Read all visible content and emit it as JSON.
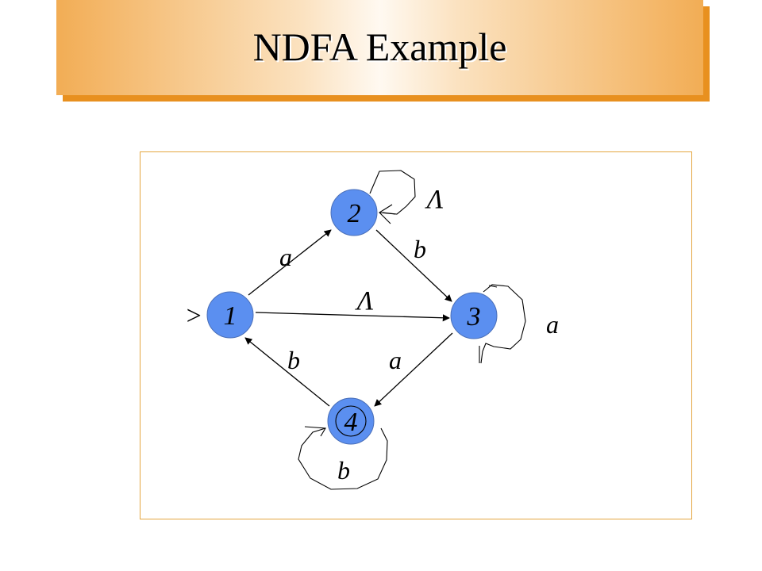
{
  "slide": {
    "title": "NDFA Example"
  },
  "automaton": {
    "start_marker": ">",
    "states": [
      {
        "id": "1",
        "label": "1",
        "accepting": false,
        "start": true
      },
      {
        "id": "2",
        "label": "2",
        "accepting": false,
        "start": false
      },
      {
        "id": "3",
        "label": "3",
        "accepting": false,
        "start": false
      },
      {
        "id": "4",
        "label": "4",
        "accepting": true,
        "start": false
      }
    ],
    "transitions": {
      "e12": {
        "from": "1",
        "to": "2",
        "label": "a"
      },
      "e23": {
        "from": "2",
        "to": "3",
        "label": "b"
      },
      "e13": {
        "from": "1",
        "to": "3",
        "label": "Λ"
      },
      "e34": {
        "from": "3",
        "to": "4",
        "label": "a"
      },
      "e41": {
        "from": "4",
        "to": "1",
        "label": "b"
      },
      "loop2": {
        "from": "2",
        "to": "2",
        "label": "Λ"
      },
      "loop3": {
        "from": "3",
        "to": "3",
        "label": "a"
      },
      "loop4": {
        "from": "4",
        "to": "4",
        "label": "b"
      }
    }
  },
  "colors": {
    "state_fill": "#5b8ff0",
    "state_stroke": "#4a6fb8",
    "title_accent": "#e8901f",
    "frame_border": "#e4a640"
  }
}
